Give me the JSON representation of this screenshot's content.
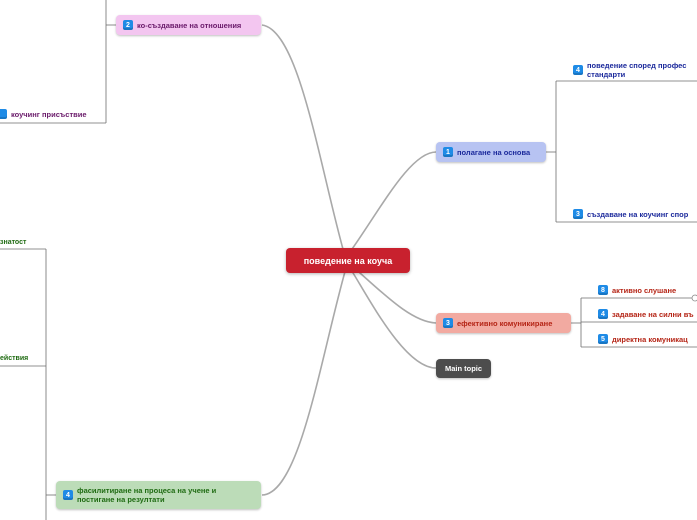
{
  "central": {
    "label": "поведение на коуча",
    "color": "#c8212e"
  },
  "topics": [
    {
      "id": "t_cocreate",
      "label": "ко-създаване на отношения",
      "badge": "2",
      "bg": "#f3c6f0",
      "text": "#6a1a6a"
    },
    {
      "id": "t_foundation",
      "label": "полагане на основа",
      "badge": "1",
      "bg": "#b7c3f2",
      "text": "#1c2a9c"
    },
    {
      "id": "t_comm",
      "label": "ефективно комуникиране",
      "badge": "3",
      "bg": "#f2aaa1",
      "text": "#b52516"
    },
    {
      "id": "t_main",
      "label": "Main topic",
      "badge": "",
      "bg": "#4d4d4d",
      "text": "#ffffff"
    },
    {
      "id": "t_facil",
      "label": "фасилитиране на процеса на учене и постигане на резултати",
      "badge": "4",
      "bg": "#bcdcb8",
      "text": "#1f6b12"
    }
  ],
  "subtopics": [
    {
      "id": "s_presence",
      "label": "коучинг присъствие",
      "badge": "",
      "text": "#6a1a6a"
    },
    {
      "id": "s_prof",
      "label": "поведение според профес стандарти",
      "badge": "4",
      "text": "#1c2a9c"
    },
    {
      "id": "s_coach",
      "label": "създаване на коучинг спор",
      "badge": "3",
      "text": "#1c2a9c"
    },
    {
      "id": "s_listen",
      "label": "активно слушане",
      "badge": "8",
      "text": "#b52516"
    },
    {
      "id": "s_questions",
      "label": "задаване на силни въ",
      "badge": "4",
      "text": "#b52516"
    },
    {
      "id": "s_direct",
      "label": "директна комуникац",
      "badge": "5",
      "text": "#b52516"
    },
    {
      "id": "s_aware",
      "label": "знатост",
      "badge": "",
      "text": "#1f6b12"
    },
    {
      "id": "s_actions",
      "label": "ействия",
      "badge": "",
      "text": "#1f6b12"
    }
  ],
  "colors": {
    "link": "#a9a9a9",
    "bracket": "#6e6e6e"
  }
}
